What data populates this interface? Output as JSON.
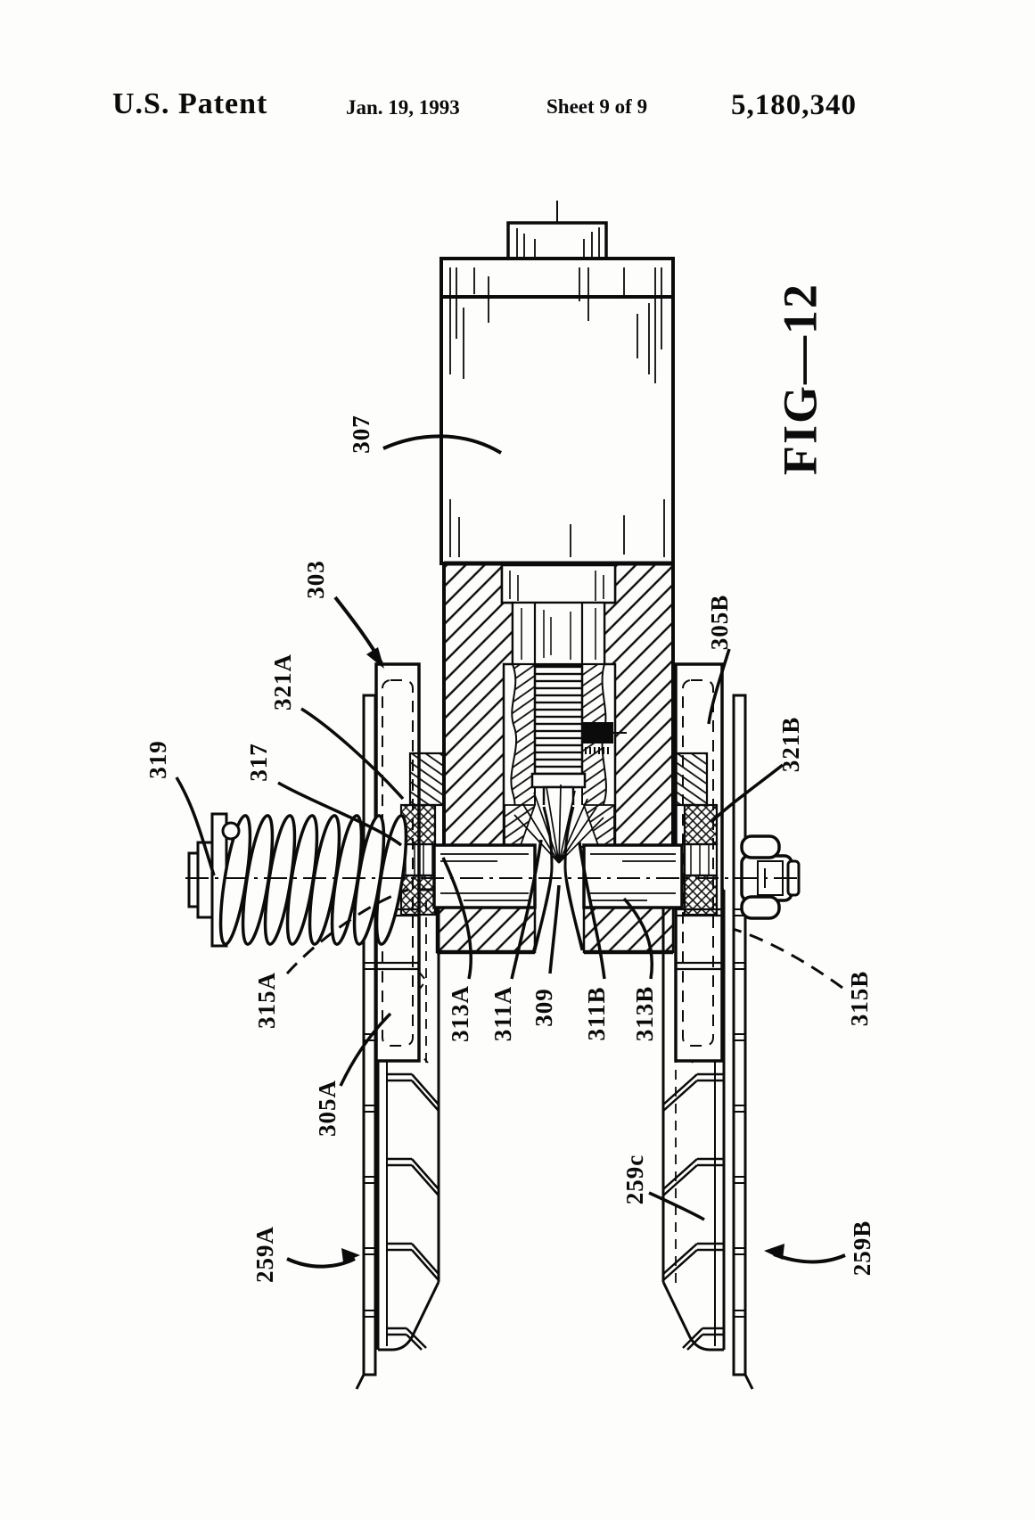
{
  "header": {
    "title": "U.S. Patent",
    "date": "Jan. 19, 1993",
    "sheet": "Sheet 9 of 9",
    "patent_number": "5,180,340"
  },
  "figure": {
    "label": "FIG—12"
  },
  "labels": {
    "n307": "307",
    "n303": "303",
    "n321A": "321A",
    "n319": "319",
    "n317": "317",
    "n305B": "305B",
    "n321B": "321B",
    "n315A": "315A",
    "n313A": "313A",
    "n311A": "311A",
    "n309": "309",
    "n311B": "311B",
    "n313B": "313B",
    "n315B": "315B",
    "n305A": "305A",
    "n259A": "259A",
    "n259c": "259c",
    "n259B": "259B"
  },
  "colors": {
    "ink": "#0b0b0b",
    "paper": "#fdfdfc"
  }
}
